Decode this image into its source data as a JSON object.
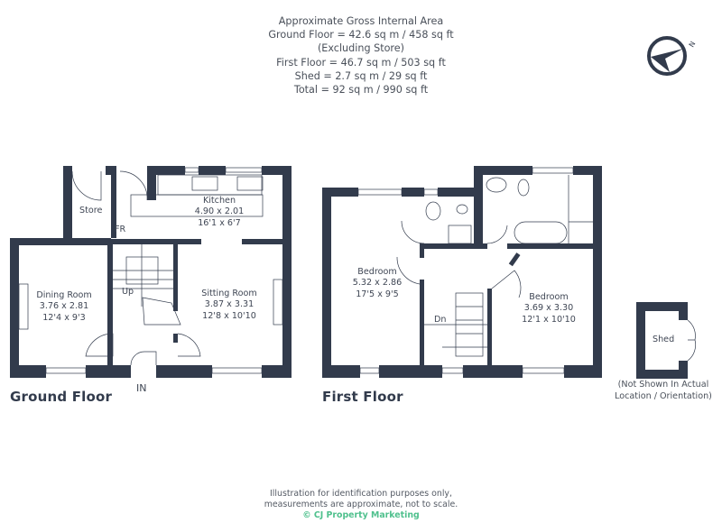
{
  "area_summary": {
    "title": "Approximate Gross Internal Area",
    "ground_floor": "Ground Floor = 42.6 sq m / 458 sq ft",
    "ground_note": "(Excluding Store)",
    "first_floor": "First Floor = 46.7 sq m / 503 sq ft",
    "shed": "Shed = 2.7 sq m / 29 sq ft",
    "total": "Total = 92 sq m / 990 sq ft"
  },
  "compass": {
    "icon": "north-compass-icon",
    "label": "N"
  },
  "colors": {
    "wall": "#323b4c",
    "brand": "#4fc08d",
    "text": "#3f4654"
  },
  "ground_floor": {
    "title": "Ground Floor",
    "entrance_label": "IN",
    "rooms": [
      {
        "name": "Store",
        "metric": "",
        "imperial": ""
      },
      {
        "name": "FR",
        "metric": "",
        "imperial": ""
      },
      {
        "name": "Kitchen",
        "metric": "4.90 x 2.01",
        "imperial": "16'1 x 6'7"
      },
      {
        "name": "Dining Room",
        "metric": "3.76 x 2.81",
        "imperial": "12'4 x 9'3"
      },
      {
        "name": "Sitting Room",
        "metric": "3.87 x 3.31",
        "imperial": "12'8 x 10'10"
      }
    ],
    "stairs_label": "Up"
  },
  "first_floor": {
    "title": "First Floor",
    "rooms": [
      {
        "name": "Bedroom",
        "metric": "5.32 x 2.86",
        "imperial": "17'5 x 9'5"
      },
      {
        "name": "Bedroom",
        "metric": "3.69 x 3.30",
        "imperial": "12'1 x 10'10"
      }
    ],
    "stairs_label": "Dn"
  },
  "shed": {
    "name": "Shed",
    "note_line1": "(Not Shown In Actual",
    "note_line2": "Location / Orientation)"
  },
  "footer": {
    "line1": "Illustration for identification purposes only,",
    "line2": "measurements are approximate, not to scale.",
    "copyright": "© CJ Property Marketing"
  }
}
